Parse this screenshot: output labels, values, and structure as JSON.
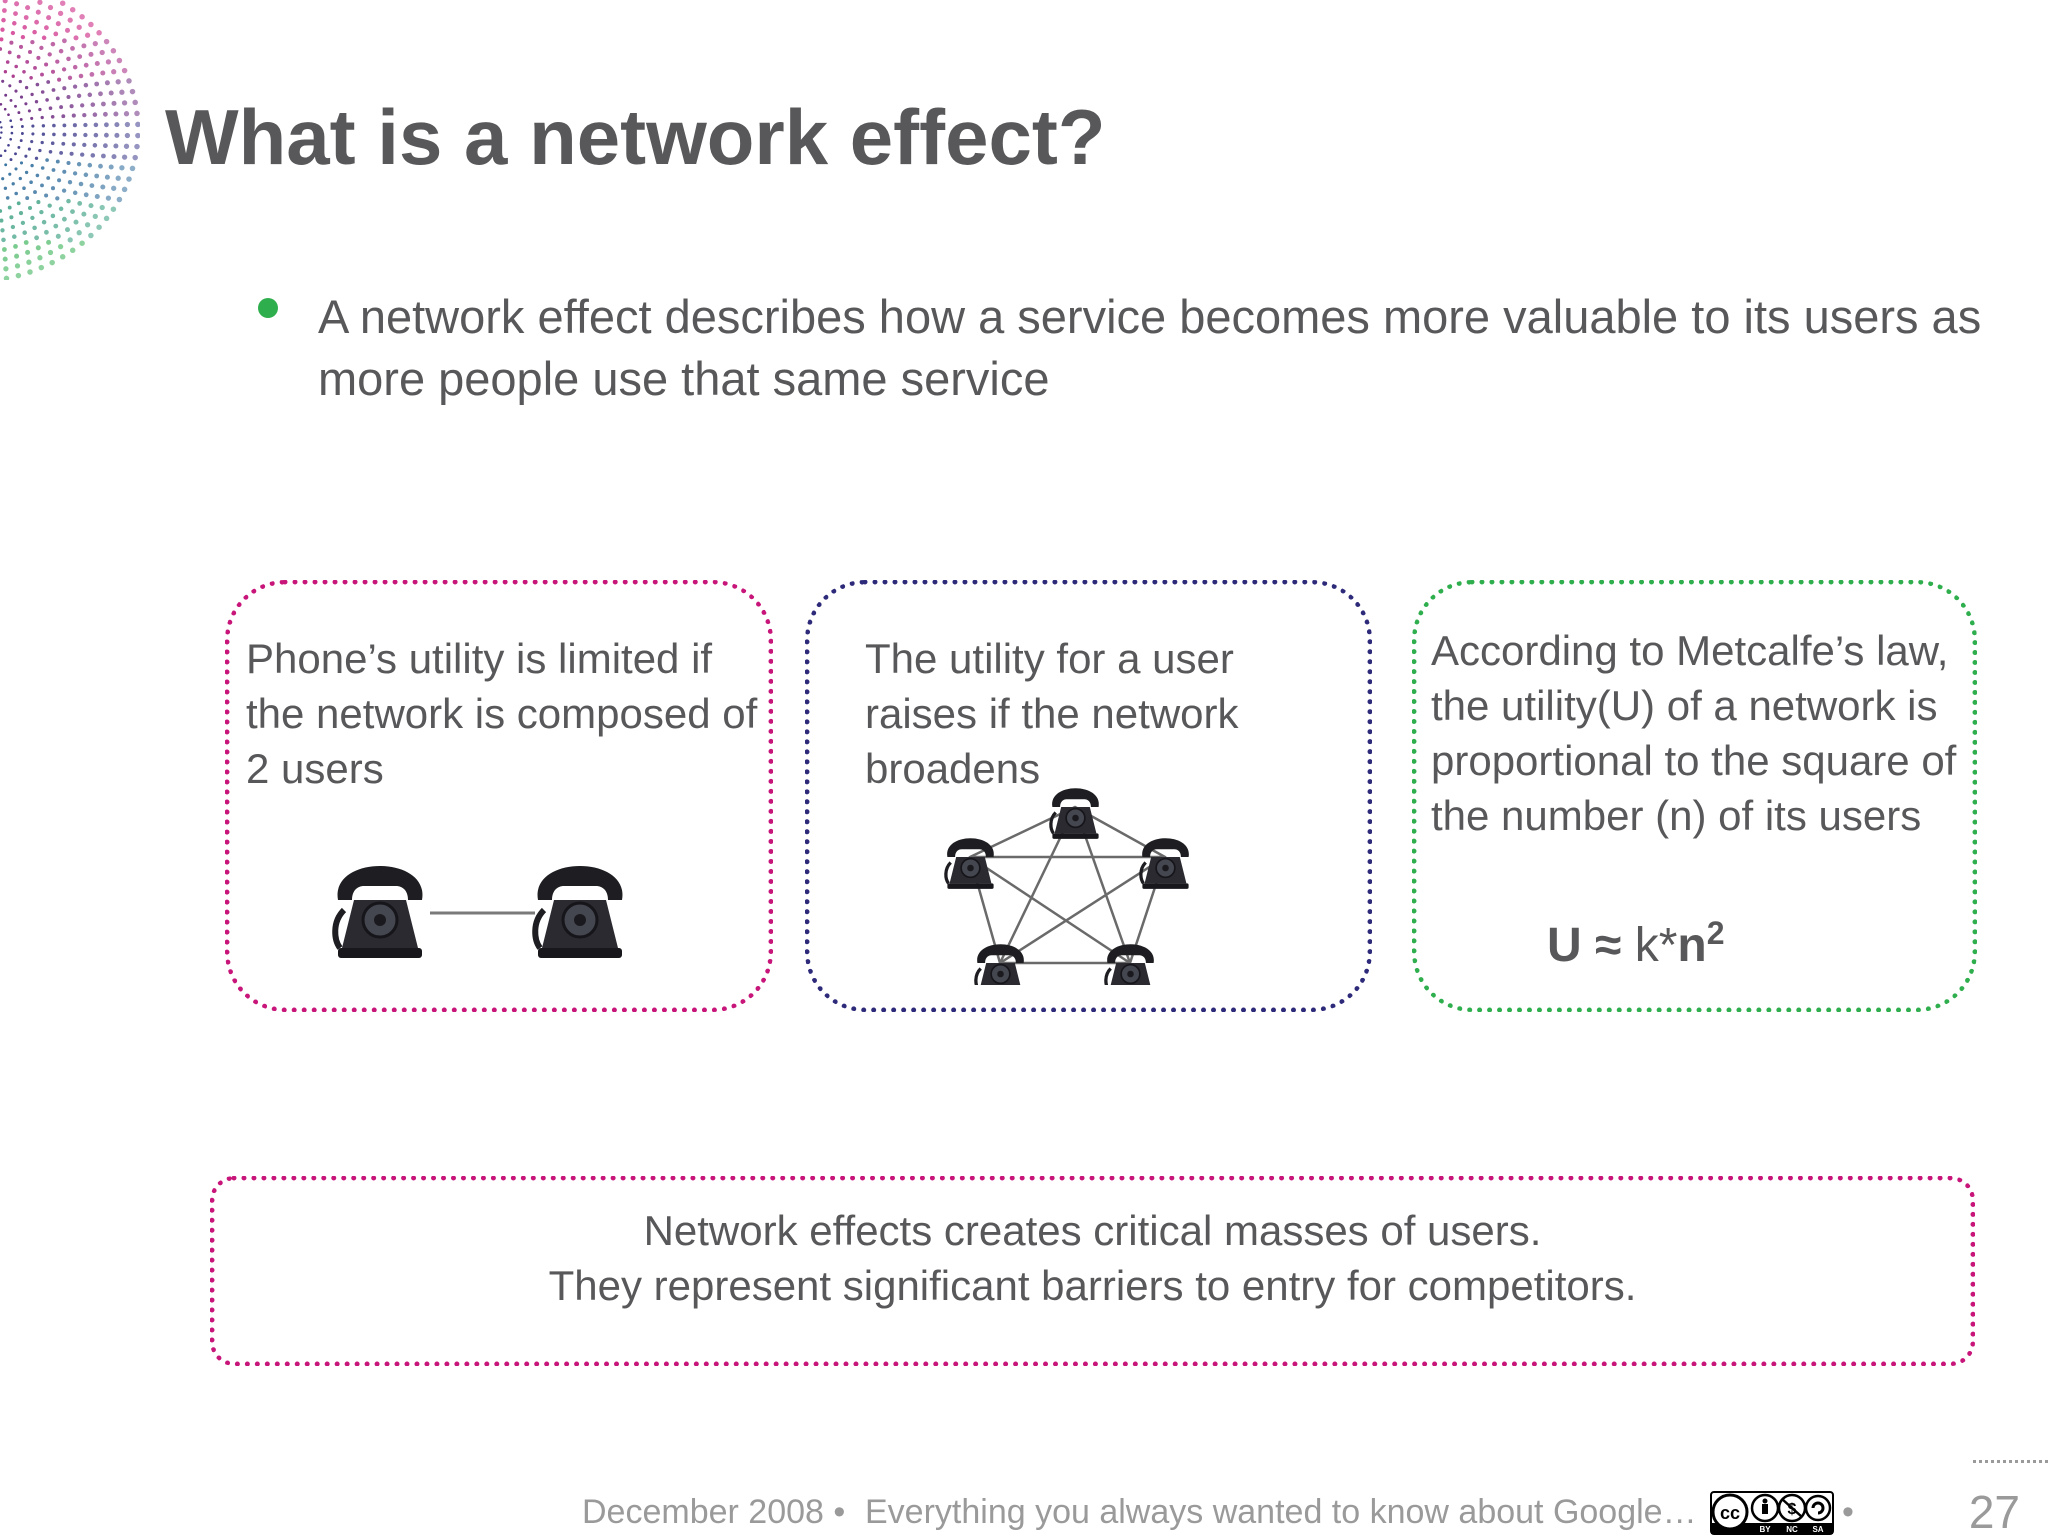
{
  "slide": {
    "title": "What is a network effect?",
    "bullet": "A network effect describes how a service becomes more valuable to its users as more people use that same service"
  },
  "boxes": [
    {
      "text": "Phone’s utility is limited if the network is composed of 2 users"
    },
    {
      "text": "The utility for a user raises if the network broadens"
    },
    {
      "text": "According to Metcalfe’s law, the utility(U) of a network is proportional to the square of the number (n) of its users"
    }
  ],
  "formula": {
    "u": "U",
    "approx": "≈",
    "k": "k*",
    "n": "n",
    "exp": "2"
  },
  "conclusion": {
    "line1": "Network effects creates critical masses of users.",
    "line2": "They represent significant barriers to entry for competitors."
  },
  "footer": {
    "date": "December 2008 •",
    "subject": "Everything you always wanted to know about Google…",
    "separator": "•",
    "page": "27",
    "cc_labels": {
      "by": "BY",
      "nc": "NC",
      "sa": "SA"
    }
  },
  "colors": {
    "magenta": "#c8157a",
    "navy": "#2e2a7a",
    "green": "#2fae4e",
    "text": "#58585a",
    "footer_text": "#9a9a9a"
  }
}
